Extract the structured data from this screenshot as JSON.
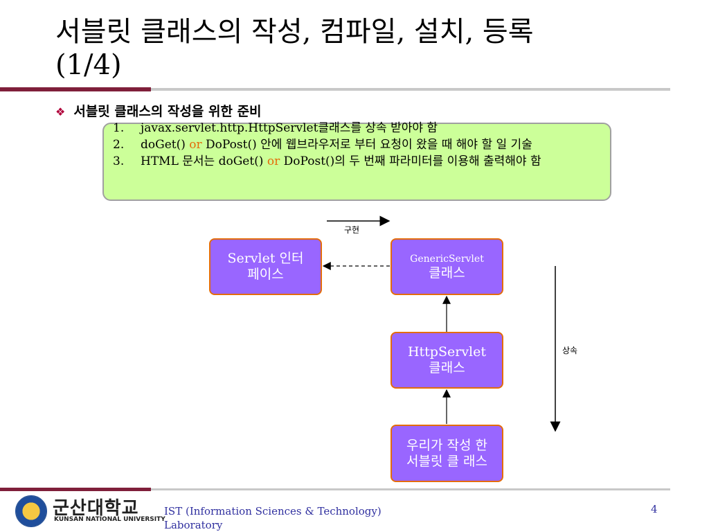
{
  "title": {
    "line1": "서블릿 클래스의 작성, 컴파일, 설치, 등록",
    "line2": "(1/4)"
  },
  "bullet": {
    "icon": "diamond-bullet-icon",
    "text": "서블릿 클래스의 작성을 위한 준비"
  },
  "steps": [
    {
      "num": "1.",
      "parts": [
        "javax.servlet.http.HttpServlet클래스를 상속 받아야 함"
      ]
    },
    {
      "num": "2.",
      "pre": "doGet() ",
      "or": "or",
      "post": " DoPost() 안에 웹브라우저로 부터 요청이 왔을 때 해야 할 일 기술"
    },
    {
      "num": "3.",
      "pre": "HTML 문서는 doGet() ",
      "or": "or",
      "post": " DoPost()의 두 번째 파라미터를 이용해 출력해야 함"
    }
  ],
  "diagram": {
    "servlet_interface": "Servlet 인터 페이스",
    "generic_line1": "GenericServlet",
    "generic_line2": "클래스",
    "http_line1": "HttpServlet",
    "http_line2": "클래스",
    "our_servlet": "우리가 작성 한 서블릿 클 래스",
    "legend_implement": "구현",
    "legend_inherit": "상속"
  },
  "logo": {
    "korean": "군산대학교",
    "english": "KUNSAN NATIONAL UNIVERSITY"
  },
  "footer": {
    "lab": "IST (Information Sciences & Technology) Laboratory",
    "page": "4"
  },
  "colors": {
    "box_fill": "#9966ff",
    "box_border": "#e46c0a",
    "green_panel": "#ccff99",
    "accent_red": "#7f1f3a",
    "or_orange": "#e46c0a"
  }
}
